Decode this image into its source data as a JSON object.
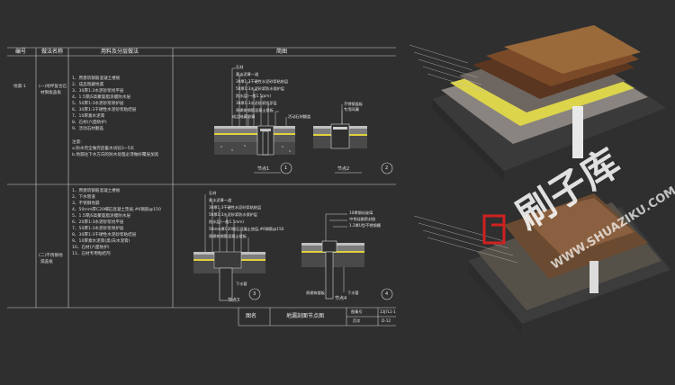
{
  "table": {
    "headers": [
      "编号",
      "做法名称",
      "用料及分层做法",
      "简图"
    ],
    "row1": {
      "code": "地漏-1",
      "name_line1": "(一)地坪复合石",
      "name_line2": "材钢板盖板",
      "layers": [
        "1、原建筑钢筋混凝土楼板",
        "2、成品暗藏地漏",
        "3、30厚1:3水泥砂浆找平层",
        "4、1.5厚JS高聚氨脂涂膜防水层",
        "5、50厚1:3水泥砂浆保护层",
        "6、30厚1:3干硬性水泥砂浆粘结层",
        "7、10厚素水泥膏",
        "8、石材(六面防护)",
        "9、活动石材翻盖"
      ],
      "notes": [
        "注意:",
        "a.防水完全做完后蓄水试验3~5天",
        "b.地漏往下水方向的防水处理必须做好覆层加宽"
      ]
    },
    "row2": {
      "name_line1": "(二)不锈钢地",
      "name_line2": "漏盖板",
      "layers": [
        "1、原建筑钢筋混凝土楼板",
        "2、下水管道",
        "3、不锈钢地漏",
        "4、50mm厚C20细石混凝土垫层,#6钢筋@150",
        "5、1.5厚JS高聚氨脂涂膜防水层",
        "6、20厚1:3水泥砂浆找平层",
        "7、50厚1:3水泥砂浆保护层",
        "8、30厚1:3干硬性水泥砂浆粘结层",
        "9、10厚素水泥膏(黑/白水泥膏)",
        "10、石材(六面防护)",
        "11、石材专用粘结剂"
      ]
    }
  },
  "diagram1": {
    "labels": [
      "石材",
      "素水泥膏一道",
      "30厚1:3干硬性水泥砂浆粘结层",
      "50厚1:3水泥砂浆防水保护层",
      "防水层(一般1.5mm)",
      "30厚1:3水泥砂浆找平层",
      "原建筑钢筋混凝土楼板"
    ],
    "label_drain": "成品暗藏地漏",
    "label_cover": "活动石材翻盖",
    "label_steel": "不锈钢盖板",
    "label_net": "专用网漏",
    "node1": "节点1",
    "node2": "节点2",
    "num1": "1",
    "num2": "2"
  },
  "diagram2": {
    "labels": [
      "石材",
      "素水泥膏一道",
      "30厚1:3干硬性水泥砂浆粘结层",
      "50厚1:3水泥砂浆防水保护层",
      "防水层(一般1.5mm)",
      "50mm厚C20细石混凝土垫层,#6钢筋@150",
      "原建筑钢筋混凝土楼板"
    ],
    "right_labels": [
      "10厚钢化玻璃",
      "中性硅酮密封胶",
      "1.2厚U型不锈钢槽"
    ],
    "label_pipe": "下水管",
    "label_slab": "原建筑楼板",
    "label_drain": "下水管",
    "node3": "节点3",
    "node4": "节点4",
    "num3": "3",
    "num4": "4"
  },
  "titleblock": {
    "name_label": "图名",
    "name_value": "地漏剖面节点图",
    "code_label": "图集号",
    "code_value": "13J7L1-1",
    "page_label": "页次",
    "page_value": "D-12"
  },
  "watermark": {
    "brand": "刷子库",
    "url": "WWW.SHUAZIKU.COM"
  },
  "colors": {
    "background": "#2f2f2f",
    "line": "#dcdcdc",
    "accent_red": "#d02020",
    "waterproof_yellow": "#e0d23c"
  }
}
